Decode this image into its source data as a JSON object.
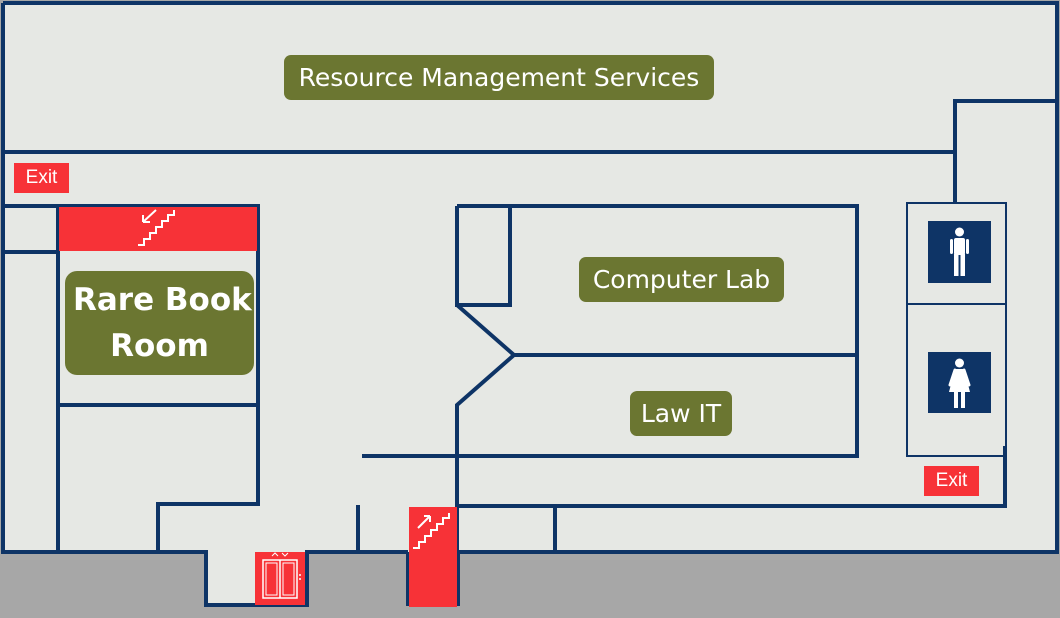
{
  "rooms": {
    "resource_management": "Resource Management Services",
    "rare_book_line1": "Rare Book",
    "rare_book_line2": "Room",
    "computer_lab": "Computer Lab",
    "law_it": "Law IT"
  },
  "exits": {
    "left": "Exit",
    "right": "Exit"
  },
  "icons": {
    "stairs_top": "stairs-down-icon",
    "stairs_bottom": "stairs-up-icon",
    "elevator": "elevator-icon",
    "mens_restroom": "mens-restroom-icon",
    "womens_restroom": "womens-restroom-icon"
  },
  "colors": {
    "floor": "#e6e8e4",
    "walls": "#0e3466",
    "outside": "#a7a7a7",
    "label_bg": "#6b7631",
    "exit_red": "#f73237",
    "restroom_sign": "#0e3466"
  }
}
